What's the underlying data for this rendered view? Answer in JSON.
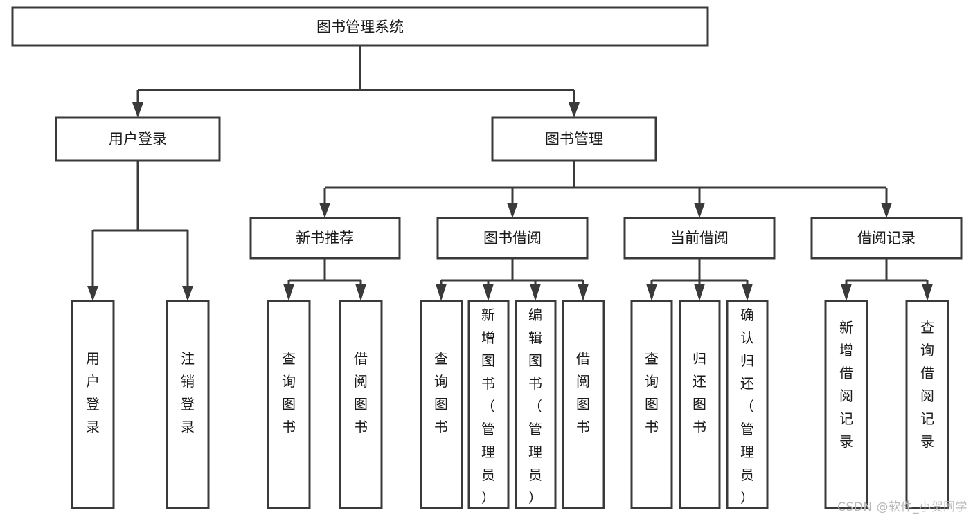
{
  "diagram": {
    "type": "tree",
    "title": "图书管理系统",
    "watermark": "CSDN @软件_小贺同学",
    "colors": {
      "stroke": "#3a3a3a",
      "box_fill": "#ffffff",
      "text": "#1a1a1a",
      "background": "#ffffff",
      "watermark": "#b9b9b9"
    },
    "levels": {
      "root": {
        "label": "图书管理系统"
      },
      "level2": [
        {
          "label": "用户登录"
        },
        {
          "label": "图书管理"
        }
      ],
      "level3": [
        {
          "label": "新书推荐"
        },
        {
          "label": "图书借阅"
        },
        {
          "label": "当前借阅"
        },
        {
          "label": "借阅记录"
        }
      ],
      "leaves": [
        {
          "label": "用户登录",
          "parent": "用户登录"
        },
        {
          "label": "注销登录",
          "parent": "用户登录"
        },
        {
          "label": "查询图书",
          "parent": "新书推荐"
        },
        {
          "label": "借阅图书",
          "parent": "新书推荐"
        },
        {
          "label": "查询图书",
          "parent": "图书借阅"
        },
        {
          "label": "新增图书（管理员）",
          "parent": "图书借阅"
        },
        {
          "label": "编辑图书（管理员）",
          "parent": "图书借阅"
        },
        {
          "label": "借阅图书",
          "parent": "图书借阅"
        },
        {
          "label": "查询图书",
          "parent": "当前借阅"
        },
        {
          "label": "归还图书",
          "parent": "当前借阅"
        },
        {
          "label": "确认归还（管理员）",
          "parent": "当前借阅"
        },
        {
          "label": "新增借阅记录",
          "parent": "借阅记录"
        },
        {
          "label": "查询借阅记录",
          "parent": "借阅记录"
        }
      ]
    }
  }
}
